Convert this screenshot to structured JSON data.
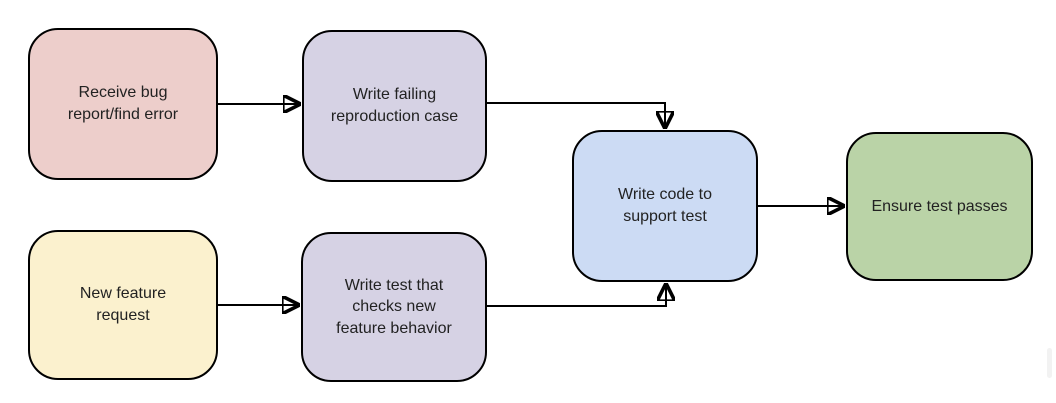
{
  "canvas": {
    "background": "#ffffff",
    "stroke_color": "#000000",
    "text_color": "#222222"
  },
  "nodes": [
    {
      "id": "receive-bug",
      "label": [
        "Receive bug",
        "report/find error"
      ],
      "fill": "#edcecb"
    },
    {
      "id": "write-failing-repro",
      "label": [
        "Write failing",
        "reproduction case"
      ],
      "fill": "#d6d2e4"
    },
    {
      "id": "new-feature-request",
      "label": [
        "New feature",
        "request"
      ],
      "fill": "#fbf1ce"
    },
    {
      "id": "write-test",
      "label": [
        "Write test that",
        "checks new",
        "feature behavior"
      ],
      "fill": "#d6d2e4"
    },
    {
      "id": "write-code",
      "label": [
        "Write code to",
        "support test"
      ],
      "fill": "#ccdbf4"
    },
    {
      "id": "ensure-pass",
      "label": [
        "Ensure test passes"
      ],
      "fill": "#bad3a7"
    }
  ],
  "edges": [
    {
      "from": "receive-bug",
      "to": "write-failing-repro"
    },
    {
      "from": "new-feature-request",
      "to": "write-test"
    },
    {
      "from": "write-failing-repro",
      "to": "write-code"
    },
    {
      "from": "write-test",
      "to": "write-code"
    },
    {
      "from": "write-code",
      "to": "ensure-pass"
    }
  ]
}
